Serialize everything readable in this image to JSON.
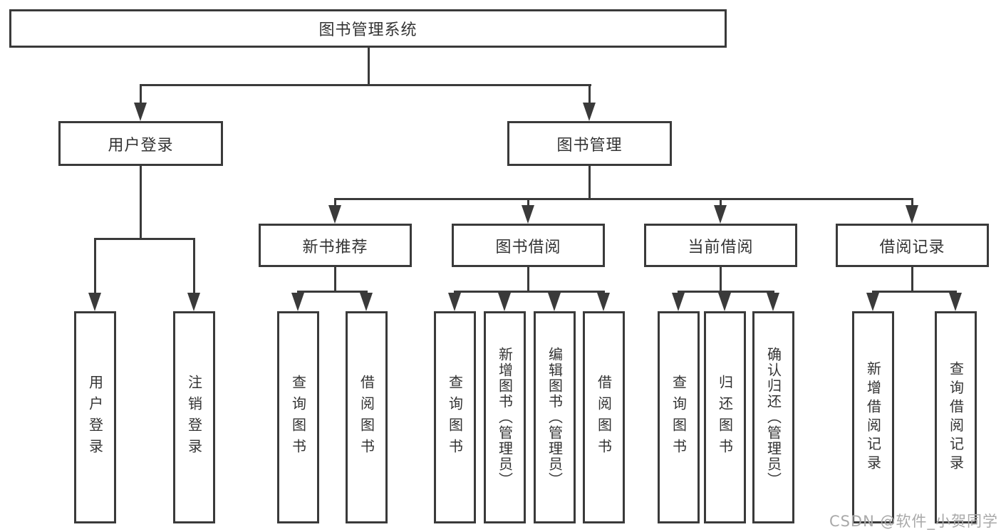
{
  "diagram": {
    "root": {
      "label": "图书管理系统"
    },
    "level2": [
      {
        "label": "用户登录"
      },
      {
        "label": "图书管理"
      }
    ],
    "level3": [
      {
        "label": "新书推荐"
      },
      {
        "label": "图书借阅"
      },
      {
        "label": "当前借阅"
      },
      {
        "label": "借阅记录"
      }
    ],
    "leaves": {
      "user_login": [
        "用户登录",
        "注销登录"
      ],
      "new_book": [
        "查询图书",
        "借阅图书"
      ],
      "book_borrow": [
        "查询图书",
        "新增图书（管理员）",
        "编辑图书（管理员）",
        "借阅图书"
      ],
      "current_borrow": [
        "查询图书",
        "归还图书",
        "确认归还（管理员）"
      ],
      "borrow_record": [
        "新增借阅记录",
        "查询借阅记录"
      ]
    }
  },
  "watermark": {
    "text": "CSDN @软件_小贺同学"
  },
  "colors": {
    "line": "#3a3a3a",
    "text": "#333333",
    "watermark": "#a9a9a9",
    "background": "#ffffff"
  }
}
